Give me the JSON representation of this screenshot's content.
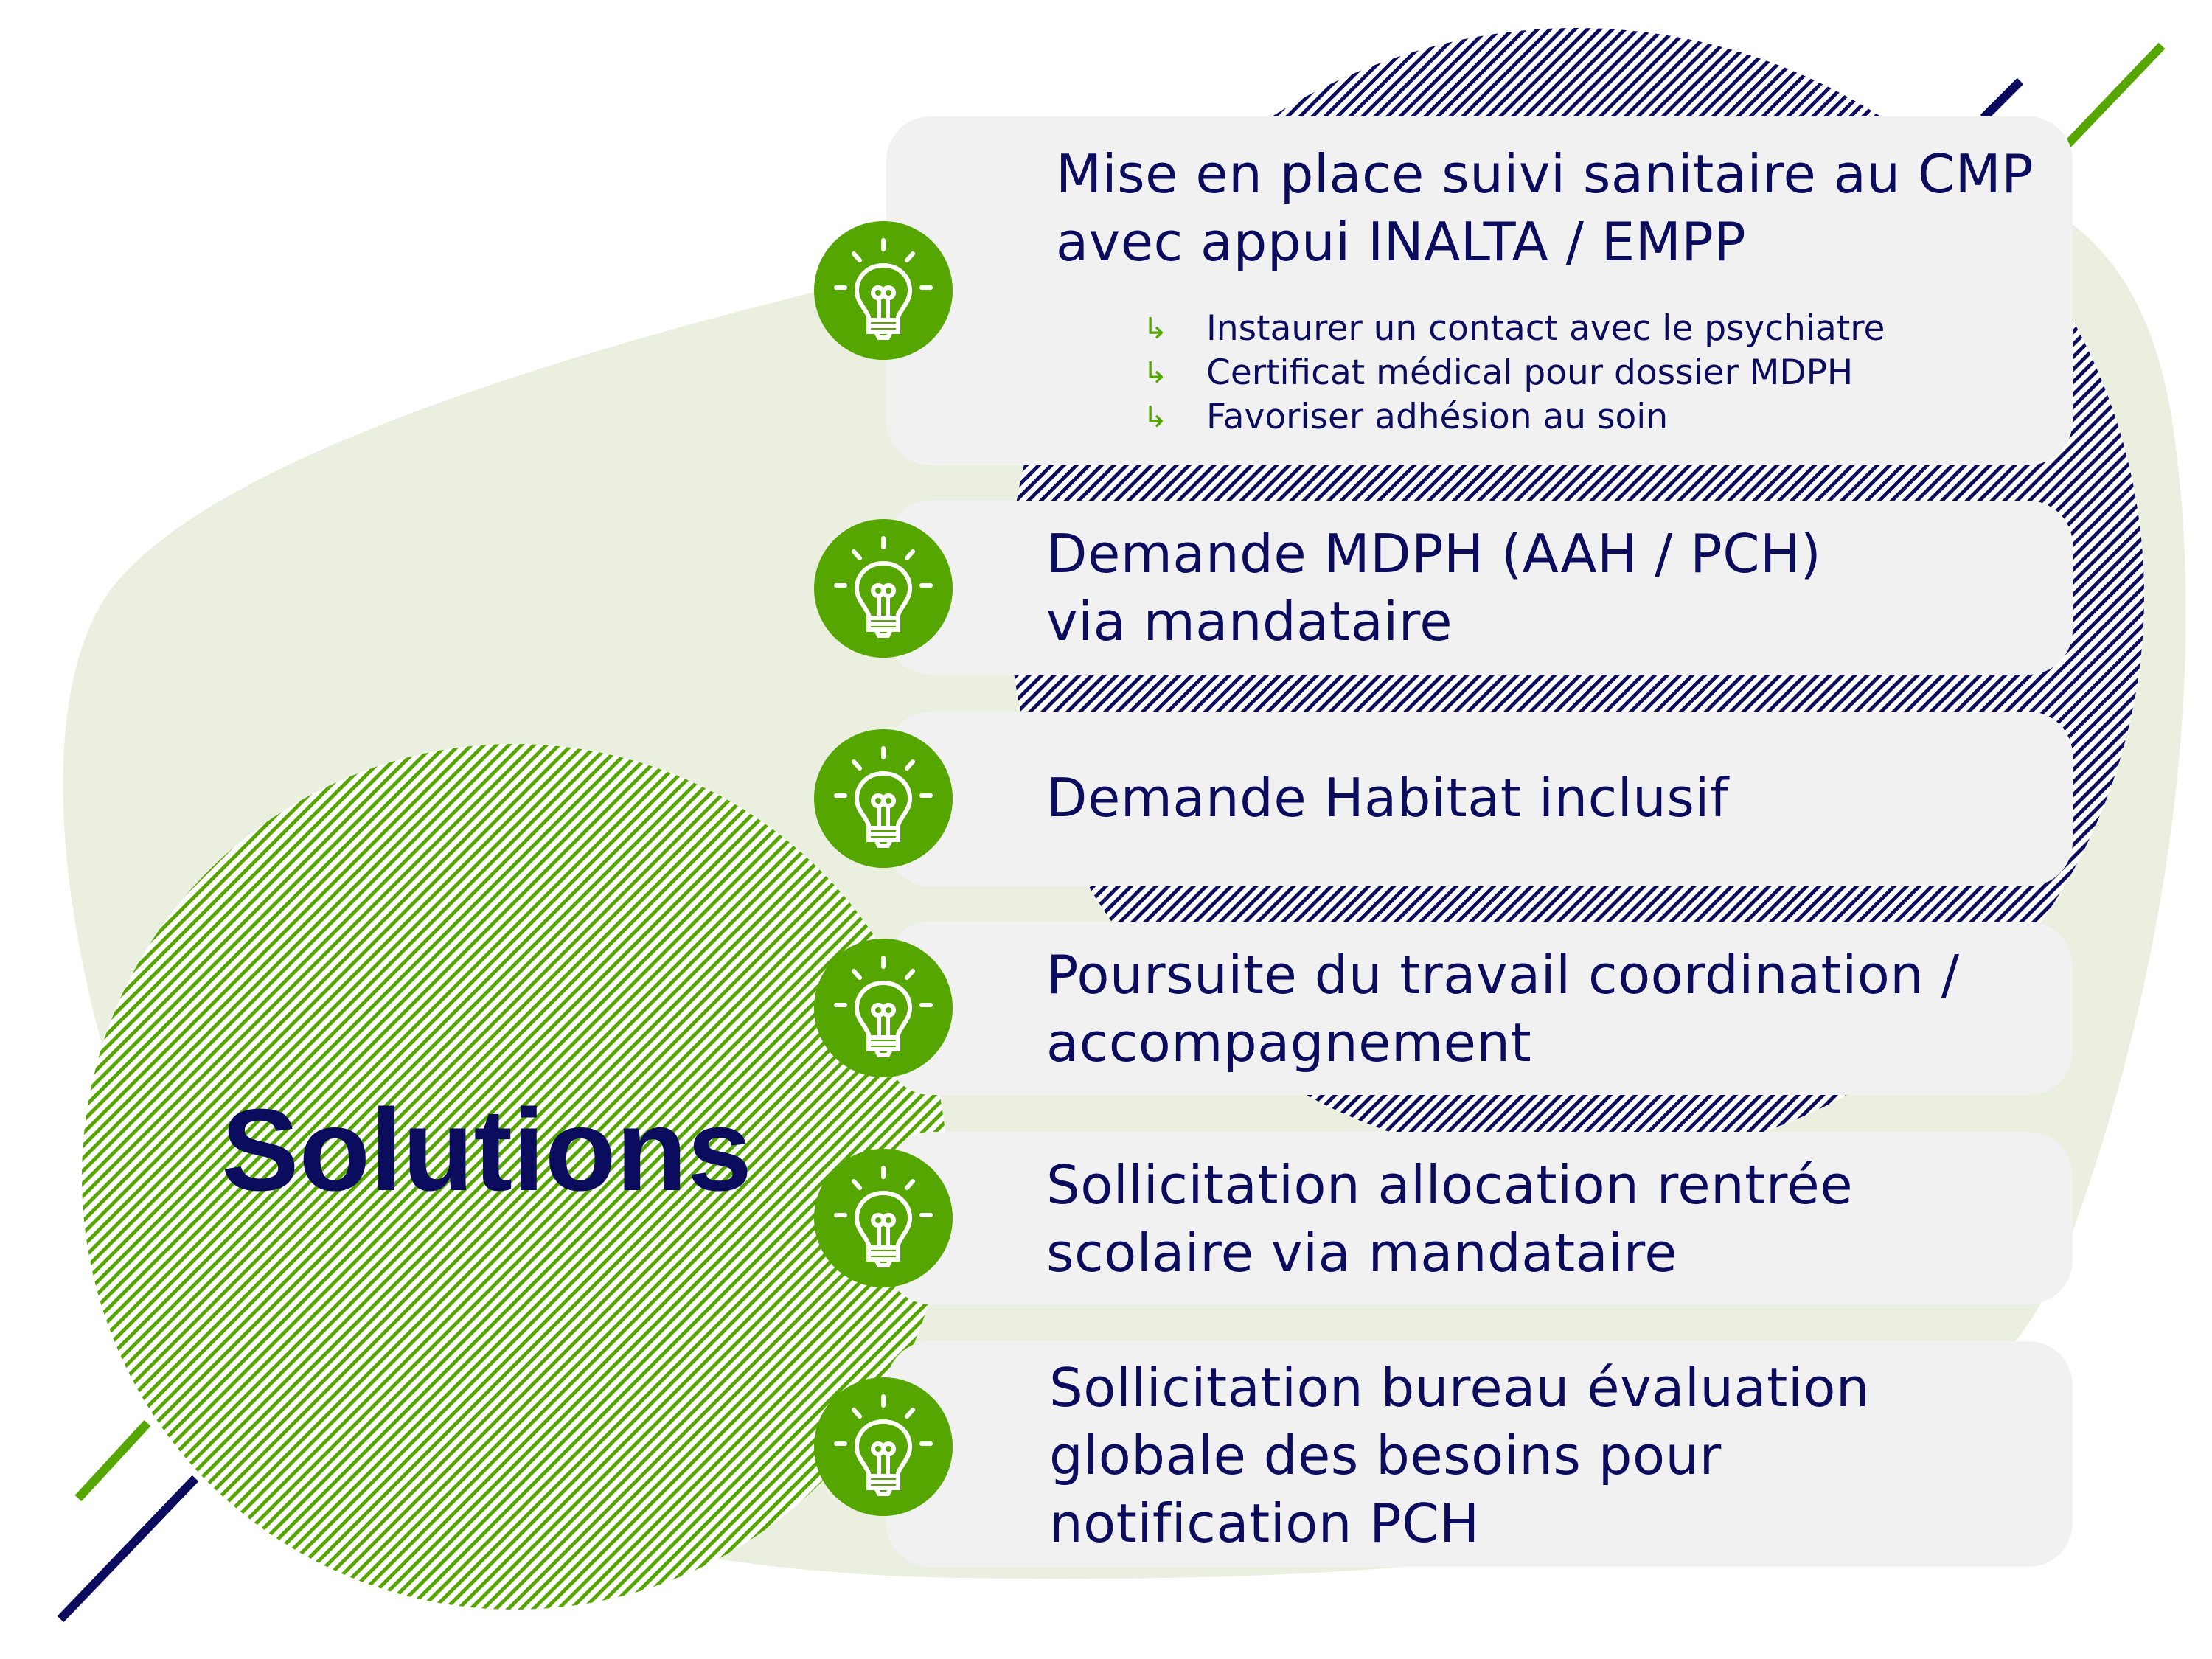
{
  "heading": "Solutions",
  "colors": {
    "navy": "#0c0c5e",
    "green": "#55a600",
    "card": "#f1f1f1",
    "blob": "#ebefe0"
  },
  "icon": "lightbulb-icon",
  "items": [
    {
      "title_lines": [
        "Mise en place suivi sanitaire au CMP",
        "avec appui INALTA / EMPP"
      ],
      "subitems": [
        "Instaurer un contact avec le psychiatre",
        "Certificat médical pour dossier MDPH",
        "Favoriser adhésion au soin"
      ]
    },
    {
      "title_lines": [
        "Demande MDPH (AAH / PCH)",
        "via mandataire"
      ]
    },
    {
      "title_lines": [
        "Demande Habitat inclusif"
      ]
    },
    {
      "title_lines": [
        "Poursuite du travail coordination /",
        "accompagnement"
      ]
    },
    {
      "title_lines": [
        "Sollicitation allocation rentrée",
        "scolaire via mandataire"
      ]
    },
    {
      "title_lines": [
        "Sollicitation bureau évaluation",
        "globale des besoins pour",
        "notification PCH"
      ]
    }
  ]
}
